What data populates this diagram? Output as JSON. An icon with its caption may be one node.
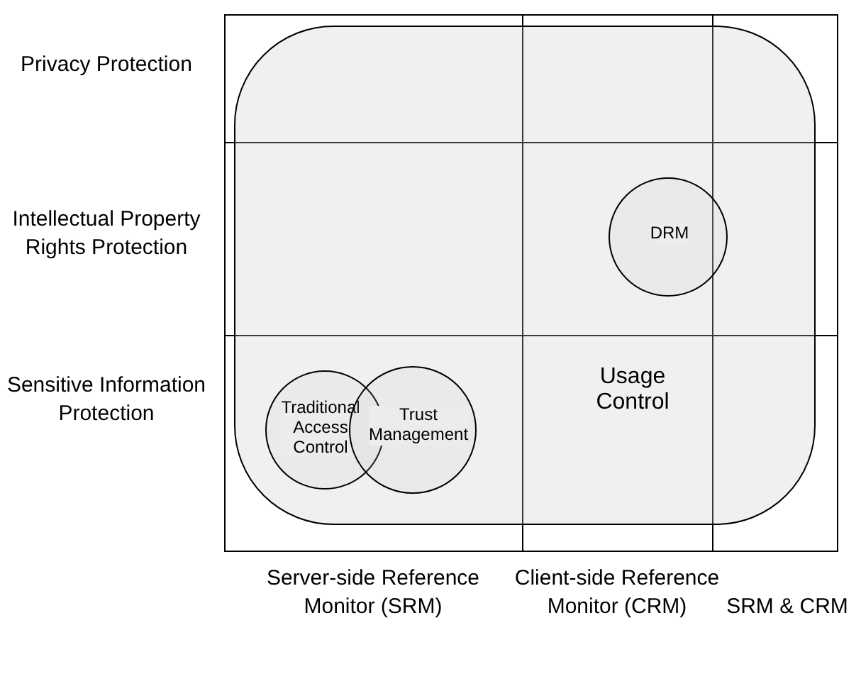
{
  "diagram": {
    "nodes": [
      {
        "text": [
          "Usage Control"
        ]
      },
      {
        "text": [
          "DRM"
        ],
        "in": 0
      },
      {
        "text": [
          "Traditional Access Control"
        ],
        "in": 0
      },
      {
        "text": [
          "Trust Management"
        ],
        "in": 0
      }
    ],
    "labels": [
      "Privacy Protection",
      "Intellectual Property Rights Protection",
      "Sensitive Information Protection",
      "Server-side Reference Monitor (SRM)",
      "Client-side Reference Monitor (CRM)",
      "SRM & CRM"
    ]
  }
}
